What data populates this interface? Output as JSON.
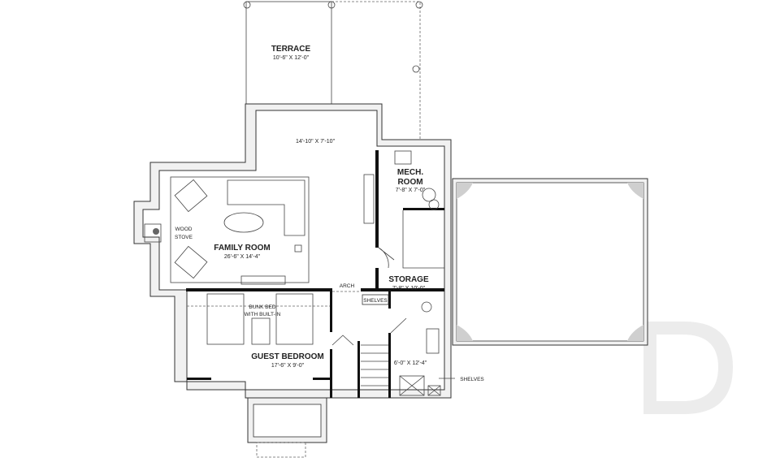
{
  "rooms": {
    "terrace": {
      "name": "TERRACE",
      "dims": "10'-6\" X 12'-0\""
    },
    "unnamed_room": {
      "dims": "14'-10\" X 7'-10\""
    },
    "mech_room": {
      "name_line1": "MECH.",
      "name_line2": "ROOM",
      "dims": "7'-8\" X 7'-0\""
    },
    "family_room": {
      "name": "FAMILY ROOM",
      "dims": "26'-6\" X 14'-4\""
    },
    "storage": {
      "name": "STORAGE",
      "dims": "7'-8\" X 10'-0\""
    },
    "guest_bedroom": {
      "name": "GUEST BEDROOM",
      "dims": "17'-6\" X 9'-0\""
    },
    "bathroom": {
      "dims": "6'-0\" X 12'-4\""
    }
  },
  "annotations": {
    "wood_stove_line1": "WOOD",
    "wood_stove_line2": "STOVE",
    "arch": "ARCH",
    "shelves_inner": "SHELVES",
    "bunk_bed_line1": "BUNK BED",
    "bunk_bed_line2": "WITH BUILT-IN",
    "shelves_callout": "SHELVES"
  },
  "logo": {
    "letter": "D",
    "color": "#e6e6e6"
  },
  "colors": {
    "line": "#333333",
    "wall_fill": "#f1f1f1",
    "background": "#ffffff"
  }
}
